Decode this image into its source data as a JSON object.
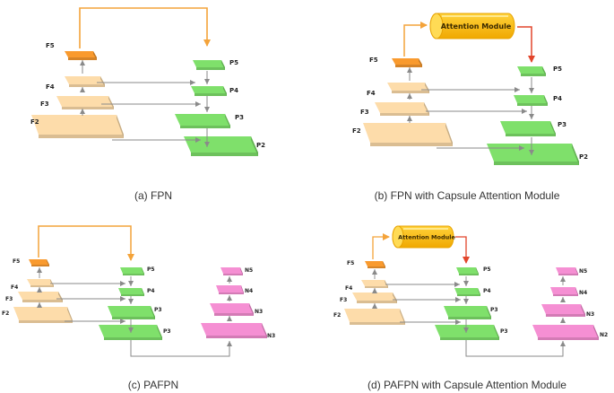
{
  "colors": {
    "feature_light": "#fddcaa",
    "feature_top": "#f99a2e",
    "pyramid_green": "#7fe06b",
    "path_pink": "#f58fd3",
    "attention_yellow": "#fdc019",
    "arrow_gray": "#8a8a8a",
    "arrow_orange": "#f4a33a",
    "arrow_red": "#e2452b"
  },
  "panels": {
    "a": {
      "caption": "(a) FPN",
      "backbone": [
        "F5",
        "F4",
        "F3",
        "F2"
      ],
      "pyramid": [
        "P5",
        "P4",
        "P3",
        "P2"
      ]
    },
    "b": {
      "caption": "(b) FPN with Capsule Attention Module",
      "module": "Attention Module",
      "backbone": [
        "F5",
        "F4",
        "F3",
        "F2"
      ],
      "pyramid": [
        "P5",
        "P4",
        "P3",
        "P2"
      ]
    },
    "c": {
      "caption": "(c) PAFPN",
      "backbone": [
        "F5",
        "F4",
        "F3",
        "F2"
      ],
      "pyramid": [
        "P5",
        "P4",
        "P3",
        "P3"
      ],
      "bottom_up": [
        "N5",
        "N4",
        "N3",
        "N3"
      ]
    },
    "d": {
      "caption": "(d) PAFPN with Capsule Attention Module",
      "module": "Attention Module",
      "backbone": [
        "F5",
        "F4",
        "F3",
        "F2"
      ],
      "pyramid": [
        "P5",
        "P4",
        "P3",
        "P3"
      ],
      "bottom_up": [
        "N5",
        "N4",
        "N3",
        "N2"
      ]
    }
  }
}
